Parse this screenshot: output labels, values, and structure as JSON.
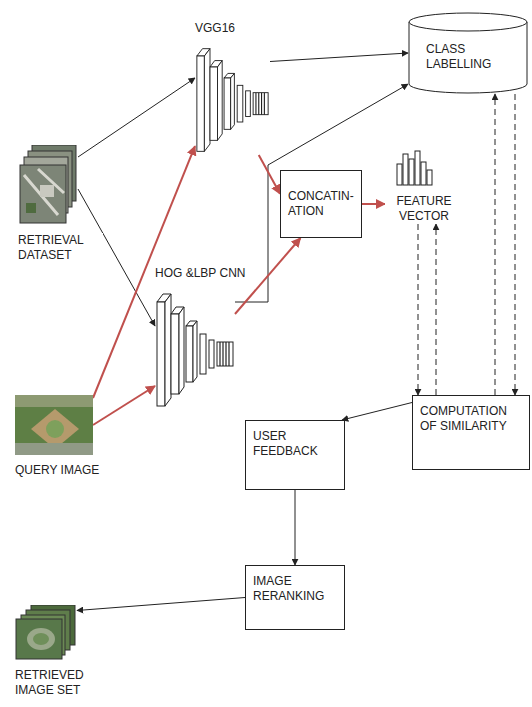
{
  "diagram": {
    "nodes": [
      {
        "text": [
          "VGG16"
        ]
      },
      {
        "text": [
          "CLASS LABELLING"
        ]
      },
      {
        "text": [
          "RETRIEVAL DATASET"
        ]
      },
      {
        "text": [
          "CONCATIN- ATION"
        ]
      },
      {
        "text": [
          "FEATURE VECTOR"
        ]
      },
      {
        "text": [
          "HOG &LBP CNN"
        ]
      },
      {
        "text": [
          "QUERY IMAGE"
        ]
      },
      {
        "text": [
          "COMPUTATION OF SIMILARITY"
        ]
      },
      {
        "text": [
          "USER FEEDBACK"
        ]
      },
      {
        "text": [
          "IMAGE RERANKING"
        ]
      },
      {
        "text": [
          "RETRIEVED IMAGE SET"
        ]
      }
    ],
    "edges": [
      {
        "from": 2,
        "to": 0,
        "arrow": "to"
      },
      {
        "from": 2,
        "to": 5,
        "arrow": "to"
      },
      {
        "from": 6,
        "to": 0,
        "arrow": "to"
      },
      {
        "from": 6,
        "to": 5,
        "arrow": "to"
      },
      {
        "from": 0,
        "to": 1,
        "arrow": "to"
      },
      {
        "from": 5,
        "to": 1,
        "arrow": "to"
      },
      {
        "from": 0,
        "to": 3,
        "arrow": "to"
      },
      {
        "from": 5,
        "to": 3,
        "arrow": "to"
      },
      {
        "from": 3,
        "to": 4,
        "arrow": "to"
      },
      {
        "from": 4,
        "to": 7,
        "arrow": "to"
      },
      {
        "from": 7,
        "to": 4,
        "arrow": "to"
      },
      {
        "from": 7,
        "to": 1,
        "arrow": "to"
      },
      {
        "from": 1,
        "to": 7,
        "arrow": "to"
      },
      {
        "from": 7,
        "to": 8,
        "arrow": "to"
      },
      {
        "from": 8,
        "to": 9,
        "arrow": "to"
      },
      {
        "from": 9,
        "to": 10,
        "arrow": "to"
      }
    ]
  }
}
